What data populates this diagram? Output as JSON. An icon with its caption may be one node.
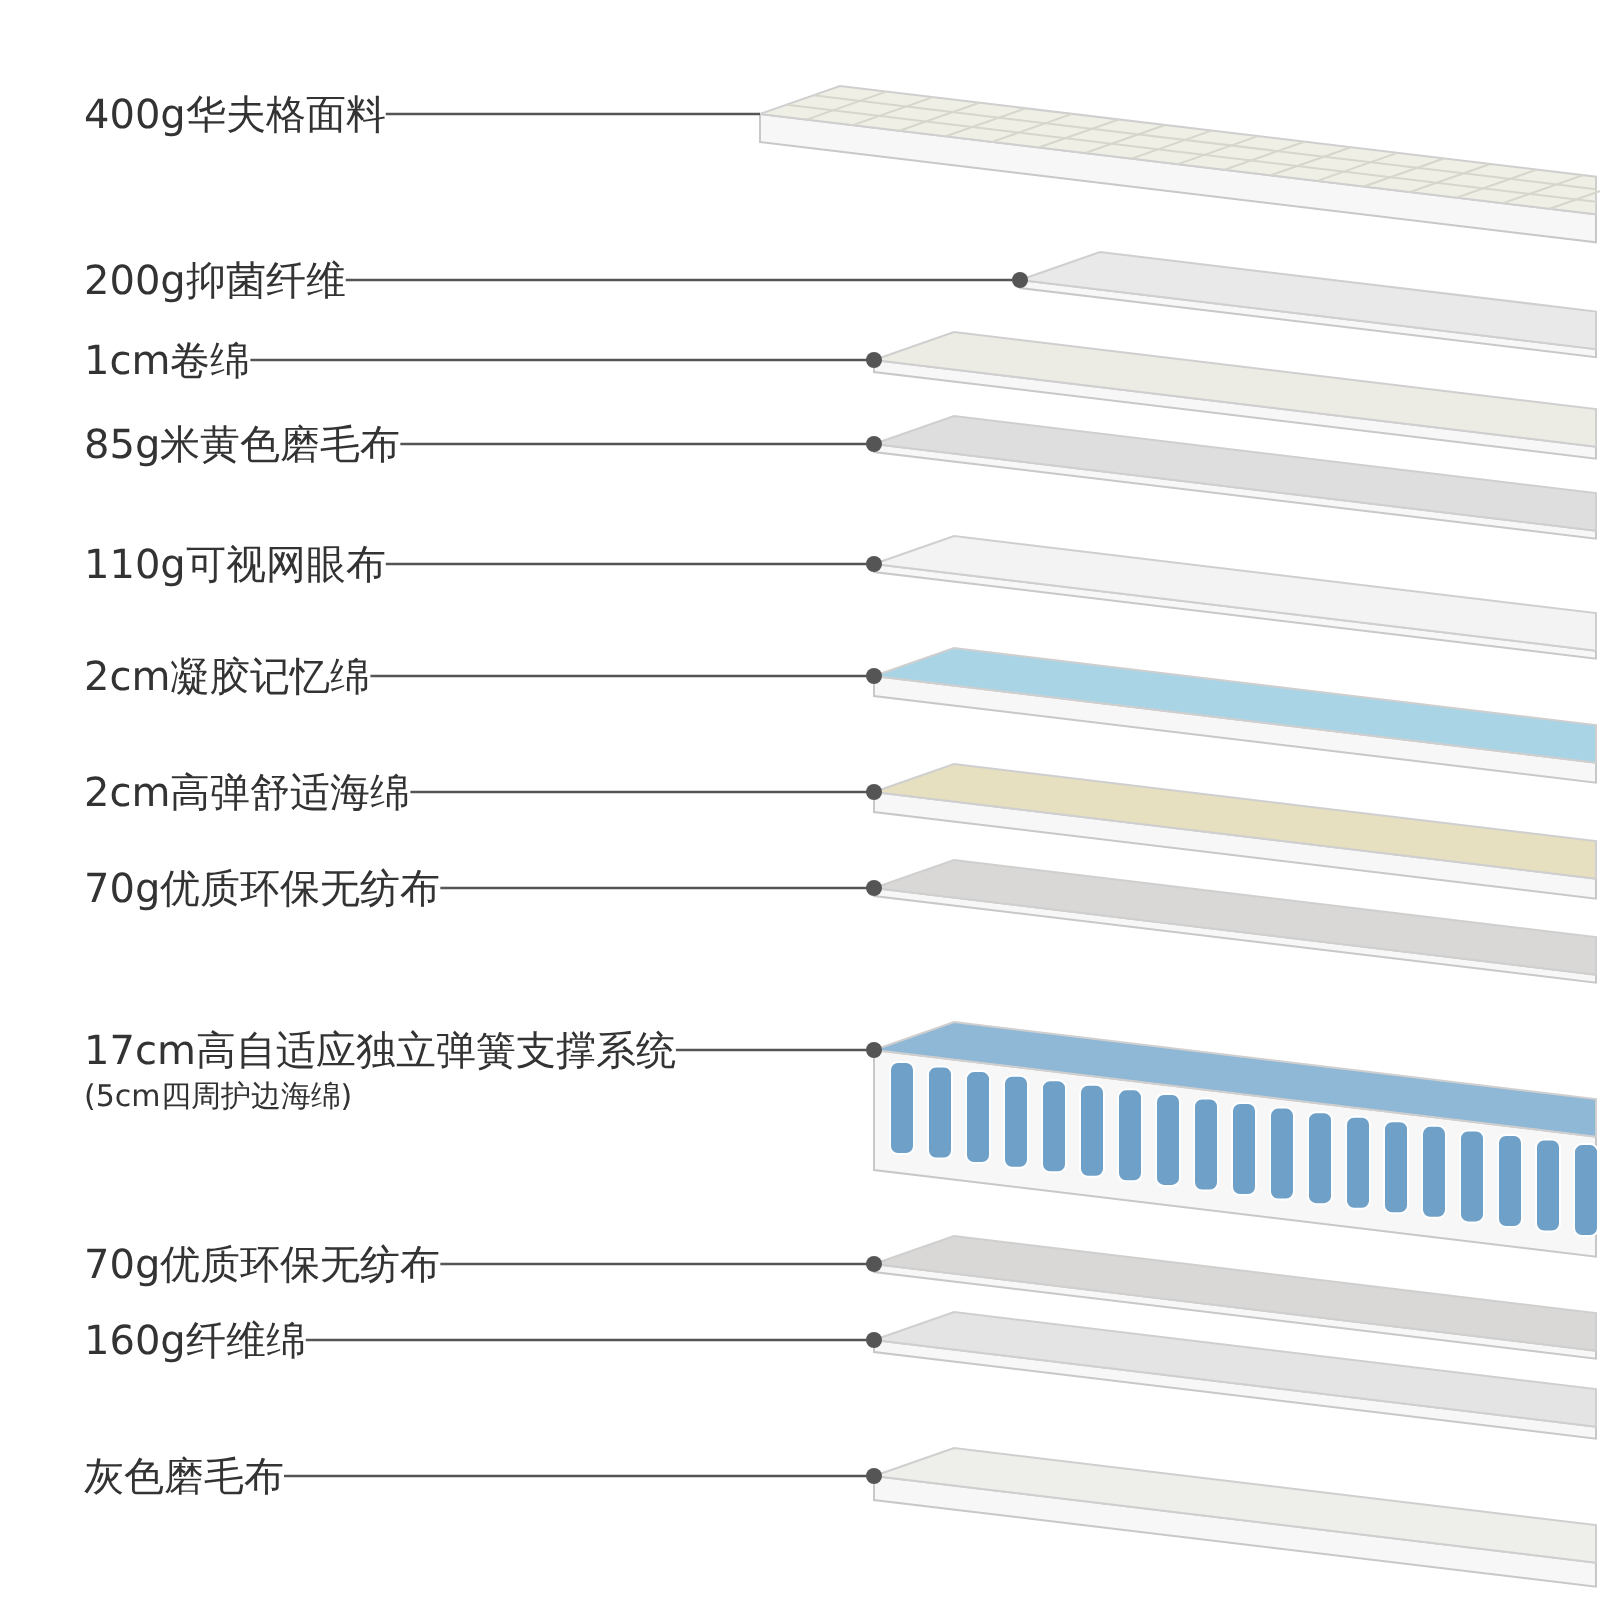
{
  "diagram": {
    "nodes": [
      {
        "text": [
          "400g华夫格面料"
        ]
      },
      {
        "text": [
          "200g抑菌纤维"
        ]
      },
      {
        "text": [
          "1cm卷绵"
        ]
      },
      {
        "text": [
          "85g米黄色磨毛布"
        ]
      },
      {
        "text": [
          "110g可视网眼布"
        ]
      },
      {
        "text": [
          "2cm凝胶记忆绵"
        ]
      },
      {
        "text": [
          "2cm高弹舒适海绵"
        ]
      },
      {
        "text": [
          "70g优质环保无纺布"
        ]
      },
      {
        "text": [
          "17cm高自适应独立弹簧支撑系统",
          "(5cm四周护边海绵)"
        ]
      },
      {
        "text": [
          "70g优质环保无纺布"
        ]
      },
      {
        "text": [
          "160g纤维绵"
        ]
      },
      {
        "text": [
          "灰色磨毛布"
        ]
      },
      {
        "text": [],
        "shape": "picture"
      },
      {
        "text": [],
        "shape": "picture"
      },
      {
        "text": [],
        "shape": "picture"
      },
      {
        "text": [],
        "shape": "picture"
      },
      {
        "text": [],
        "shape": "picture"
      },
      {
        "text": [],
        "shape": "picture"
      },
      {
        "text": [],
        "shape": "picture"
      },
      {
        "text": [],
        "shape": "picture"
      },
      {
        "text": [],
        "shape": "picture"
      },
      {
        "text": [],
        "shape": "picture"
      },
      {
        "text": [],
        "shape": "picture"
      },
      {
        "text": [],
        "shape": "picture"
      }
    ],
    "edges": [
      {
        "from": 0,
        "to": 12,
        "arrow": "none"
      },
      {
        "from": 1,
        "to": 13,
        "arrow": "other"
      },
      {
        "from": 2,
        "to": 14,
        "arrow": "other"
      },
      {
        "from": 3,
        "to": 15,
        "arrow": "other"
      },
      {
        "from": 4,
        "to": 16,
        "arrow": "other"
      },
      {
        "from": 5,
        "to": 17,
        "arrow": "other"
      },
      {
        "from": 6,
        "to": 18,
        "arrow": "other"
      },
      {
        "from": 7,
        "to": 19,
        "arrow": "other"
      },
      {
        "from": 8,
        "to": 20,
        "arrow": "other"
      },
      {
        "from": 9,
        "to": 21,
        "arrow": "other"
      },
      {
        "from": 10,
        "to": 22,
        "arrow": "other"
      },
      {
        "from": 11,
        "to": 23,
        "arrow": "other"
      }
    ]
  }
}
